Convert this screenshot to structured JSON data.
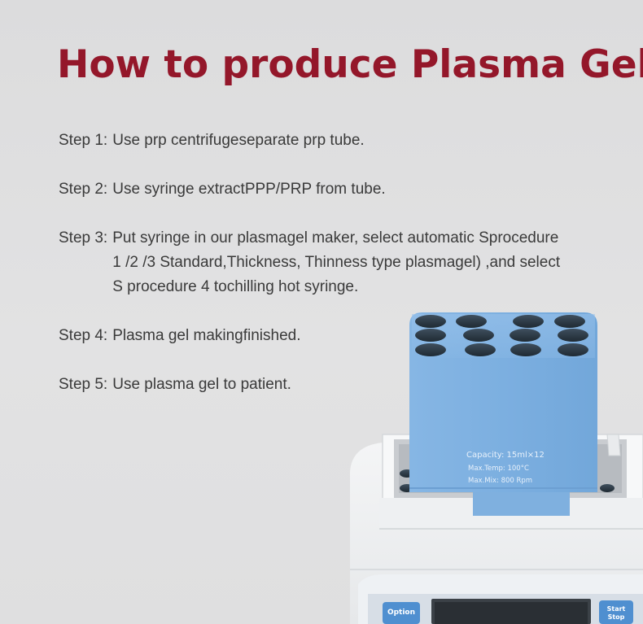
{
  "title": "How to produce Plasma Gel",
  "steps": [
    {
      "label": "Step 1:",
      "lines": [
        "Use prp centrifugeseparate prp tube."
      ]
    },
    {
      "label": "Step 2:",
      "lines": [
        "Use syringe extractPPP/PRP from tube."
      ]
    },
    {
      "label": "Step 3:",
      "lines": [
        "Put syringe in our plasmagel maker, select automatic Sprocedure",
        "1 /2 /3 Standard,Thickness, Thinness type plasmagel) ,and select",
        "S procedure 4 tochilling hot syringe."
      ]
    },
    {
      "label": "Step 4:",
      "lines": [
        "Plasma gel makingfinished."
      ]
    },
    {
      "label": "Step 5:",
      "lines": [
        "Use plasma gel to patient."
      ]
    }
  ],
  "device": {
    "block_capacity": "Capacity: 15ml×12",
    "block_max_temp": "Max.Temp: 100°C",
    "block_max_mix": "Max.Mix: 800 Rpm",
    "option_button": "Option",
    "start_stop_button_line1": "Start",
    "start_stop_button_line2": "Stop"
  },
  "colors": {
    "title": "#94172a",
    "body_text": "#3a3a3a",
    "block_blue": "#7fb0e0",
    "panel_blue": "#4f8fd0"
  }
}
